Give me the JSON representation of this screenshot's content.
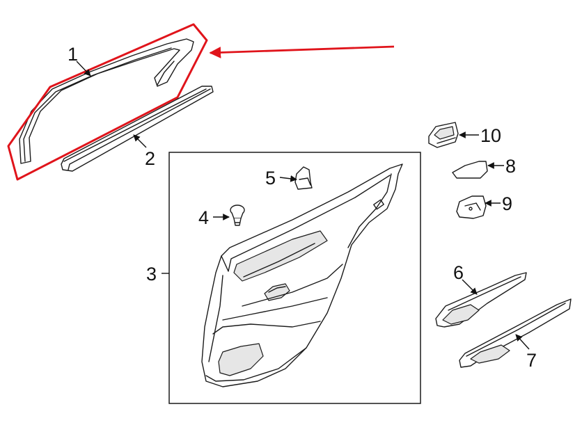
{
  "callouts": {
    "c1": "1",
    "c2": "2",
    "c3": "3",
    "c4": "4",
    "c5": "5",
    "c6": "6",
    "c7": "7",
    "c8": "8",
    "c9": "9",
    "c10": "10"
  },
  "colors": {
    "highlight": "#e0141b",
    "line": "#1a1a1a",
    "background": "#ffffff"
  }
}
